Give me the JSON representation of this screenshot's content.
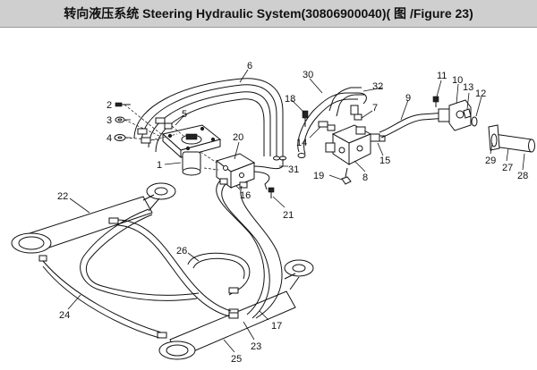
{
  "header": {
    "title": "转向液压系统 Steering Hydraulic System(30806900040)( 图 /Figure 23)"
  },
  "callouts": {
    "c1": "1",
    "c2": "2",
    "c3": "3",
    "c4": "4",
    "c5": "5",
    "c6": "6",
    "c7": "7",
    "c8": "8",
    "c9": "9",
    "c10": "10",
    "c11": "11",
    "c12": "12",
    "c13": "13",
    "c14": "14",
    "c15": "15",
    "c16": "16",
    "c17": "17",
    "c18": "18",
    "c19": "19",
    "c20": "20",
    "c21": "21",
    "c22": "22",
    "c23": "23",
    "c24": "24",
    "c25": "25",
    "c26": "26",
    "c27": "27",
    "c28": "28",
    "c29": "29",
    "c30": "30",
    "c31": "31",
    "c32": "32"
  }
}
